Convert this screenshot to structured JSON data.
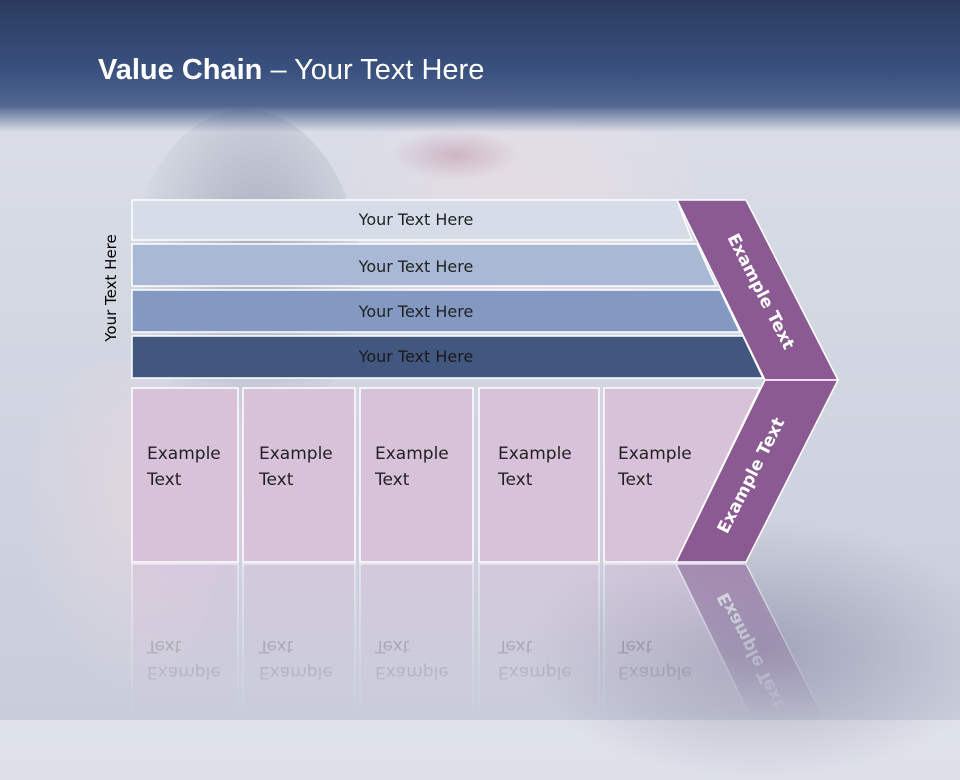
{
  "slide": {
    "title_bold": "Value Chain",
    "title_rest": " – Your Text Here"
  },
  "support": {
    "side_label": "Your Text Here",
    "rows": [
      {
        "label": "Your Text Here",
        "fill": "#d6dde9"
      },
      {
        "label": "Your Text Here",
        "fill": "#a9b8d5"
      },
      {
        "label": "Your Text Here",
        "fill": "#8399c2"
      },
      {
        "label": "Your Text Here",
        "fill": "#42577f"
      }
    ]
  },
  "primary": {
    "boxes": [
      {
        "line1": "Example",
        "line2": "Text"
      },
      {
        "line1": "Example",
        "line2": "Text"
      },
      {
        "line1": "Example",
        "line2": "Text"
      },
      {
        "line1": "Example",
        "line2": "Text"
      },
      {
        "line1": "Example",
        "line2": "Text"
      }
    ],
    "box_fill": "#d7c2da"
  },
  "margin": {
    "upper_label": "Example Text",
    "lower_label": "Example Text",
    "fill": "#8b5a92"
  }
}
